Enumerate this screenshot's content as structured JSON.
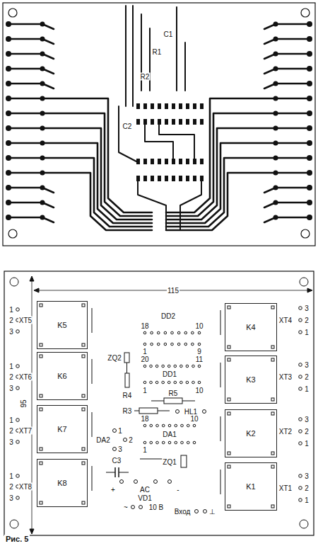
{
  "diagram": {
    "caption": "Рис. 5",
    "nodes": [
      {
        "text": [
          "K5"
        ]
      },
      {
        "text": [
          "K4"
        ]
      },
      {
        "text": [
          "K6"
        ]
      },
      {
        "text": [
          "K3"
        ]
      },
      {
        "text": [
          "K7"
        ]
      },
      {
        "text": [
          "K2"
        ]
      },
      {
        "text": [
          "K8"
        ]
      },
      {
        "text": [
          "K1"
        ]
      }
    ],
    "edges": [],
    "labels": [
      "C1",
      "R1",
      "R2",
      "C2",
      "115",
      "95",
      "1",
      "2",
      "XT5",
      "3",
      "1",
      "2",
      "XT6",
      "3",
      "1",
      "2",
      "XT7",
      "3",
      "1",
      "2",
      "XT8",
      "3",
      "3",
      "XT4",
      "2",
      "1",
      "3",
      "XT3",
      "2",
      "1",
      "3",
      "XT2",
      "2",
      "1",
      "3",
      "XT1",
      "2",
      "1",
      "DD2",
      "18",
      "10",
      "1",
      "9",
      "20",
      "DD1",
      "11",
      "1",
      "10",
      "ZQ2",
      "R4",
      "R3",
      "R5",
      "HL1",
      "18",
      "DA1",
      "10",
      "1",
      "DA2",
      "1",
      "2",
      "3",
      "C3",
      "ZQ1",
      "+",
      "AC",
      "-",
      "VD1",
      "~",
      "10 В",
      "Вход",
      "⊥"
    ]
  }
}
